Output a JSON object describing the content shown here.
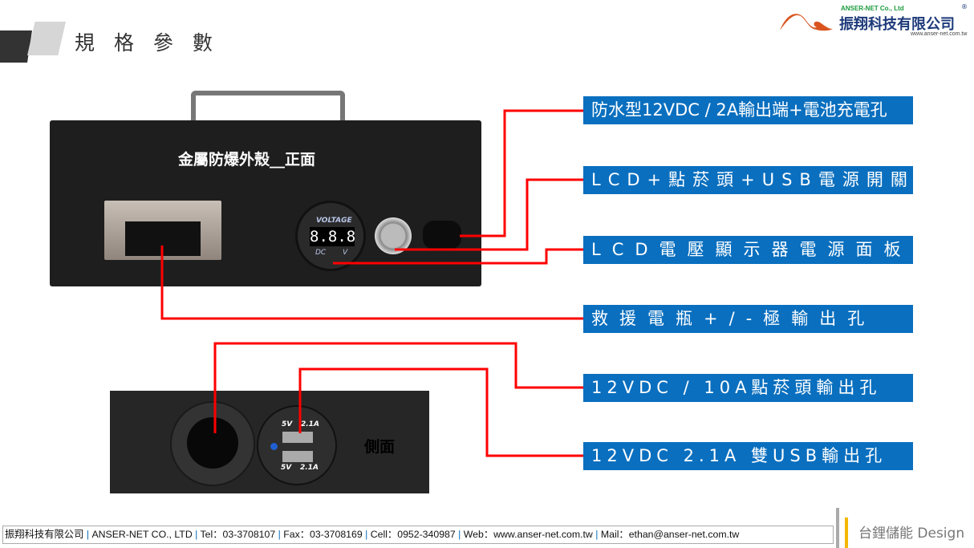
{
  "header": {
    "title": "規 格 參 數"
  },
  "logo": {
    "company_en": "ANSER-NET Co., Ltd",
    "company_zh": "振翔科技有限公司",
    "registered": "®",
    "url": "www.anser-net.com.tw",
    "colors": {
      "swoosh": "#d9541e",
      "green": "#1a9b3c",
      "navy": "#1d3a7a"
    }
  },
  "photo_front": {
    "caption": "金屬防爆外殼__正面",
    "meter_label": "VOLTAGE",
    "meter_reading": "8.8.8",
    "meter_dc": "DC",
    "meter_v": "V"
  },
  "photo_side": {
    "caption": "側面",
    "usb_top_v": "5V",
    "usb_top_a": "2.1A",
    "usb_bottom_v": "5V",
    "usb_bottom_a": "2.1A"
  },
  "labels": [
    "防水型12VDC / 2A輸出端+電池充電孔",
    "LCD+點菸頭+USB電源開關",
    "LCD電壓顯示器電源面板",
    "救援電瓶+/-極輸出孔",
    "12VDC / 10A點菸頭輸出孔",
    "12VDC 2.1A 雙USB輸出孔"
  ],
  "footer": {
    "company": "振翔科技有限公司",
    "company_en": "ANSER-NET  CO., LTD",
    "tel": "Tel：03-3708107",
    "fax": "Fax：03-3708169",
    "cell": "Cell：0952-340987",
    "web": "Web：www.anser-net.com.tw",
    "mail": "Mail：ethan@anser-net.com.tw",
    "brand": "台鋰儲能 Design"
  },
  "colors": {
    "label_bg": "#0a6fbf",
    "leader": "#ff0000",
    "accent_bar": "#f5b800"
  }
}
